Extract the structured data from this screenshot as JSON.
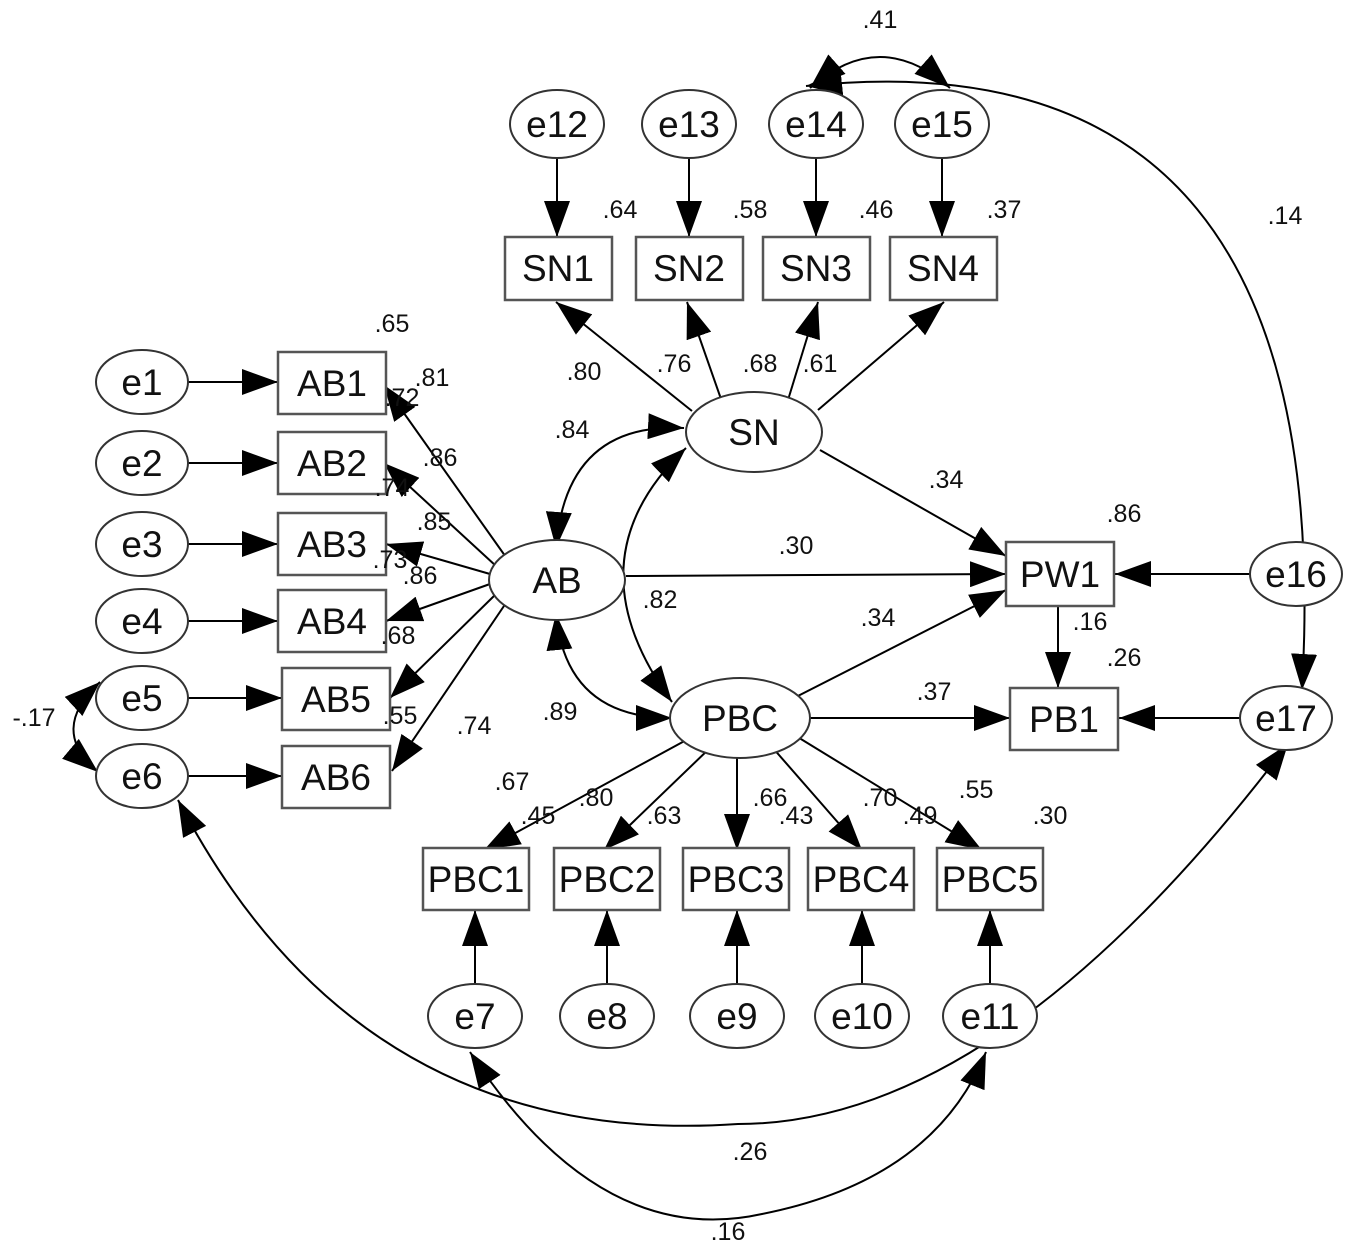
{
  "nodes": {
    "e1": "e1",
    "e2": "e2",
    "e3": "e3",
    "e4": "e4",
    "e5": "e5",
    "e6": "e6",
    "e7": "e7",
    "e8": "e8",
    "e9": "e9",
    "e10": "e10",
    "e11": "e11",
    "e12": "e12",
    "e13": "e13",
    "e14": "e14",
    "e15": "e15",
    "e16": "e16",
    "e17": "e17",
    "AB": "AB",
    "SN": "SN",
    "PBC": "PBC",
    "AB1": "AB1",
    "AB2": "AB2",
    "AB3": "AB3",
    "AB4": "AB4",
    "AB5": "AB5",
    "AB6": "AB6",
    "SN1": "SN1",
    "SN2": "SN2",
    "SN3": "SN3",
    "SN4": "SN4",
    "PBC1": "PBC1",
    "PBC2": "PBC2",
    "PBC3": "PBC3",
    "PBC4": "PBC4",
    "PBC5": "PBC5",
    "PW1": "PW1",
    "PB1": "PB1"
  },
  "coefficients": {
    "cov_e14_e15": ".41",
    "cov_e14_e17": ".14",
    "cov_e5_e6": "-.17",
    "cov_e6_e11": ".26",
    "cov_e7_e11": ".16",
    "r2_sn1": ".64",
    "r2_sn2": ".58",
    "r2_sn3": ".46",
    "r2_sn4": ".37",
    "sn_sn1": ".80",
    "sn_sn2": ".76",
    "sn_sn3": ".68",
    "sn_sn4": ".61",
    "r2_ab1": ".65",
    "ab_ab1": ".81",
    "ab_ab2": ".86",
    "ab_ab3": ".85",
    "ab_ab4": ".86",
    "ab_ab5": ".74",
    "r2_ab2": ".72",
    "r2_ab3": ".74",
    "r2_ab4": ".73",
    "r2_ab5": ".68",
    "r2_ab6": ".55",
    "cov_ab_sn": ".84",
    "cov_sn_pbc": ".82",
    "cov_ab_pbc": ".89",
    "sn_pw1": ".34",
    "ab_pw1": ".30",
    "pbc_pw1": ".34",
    "r2_pw1": ".86",
    "pw1_pb1": ".16",
    "r2_pb1": ".26",
    "pbc_pb1": ".37",
    "pbc_pbc1": ".67",
    "pbc_pbc2": ".80",
    "pbc_pbc3": ".66",
    "pbc_pbc4": ".70",
    "pbc_pbc5": ".55",
    "r2_pbc1": ".45",
    "r2_pbc2": ".63",
    "r2_pbc3": ".43",
    "r2_pbc4": ".49",
    "r2_pbc5": ".30"
  }
}
